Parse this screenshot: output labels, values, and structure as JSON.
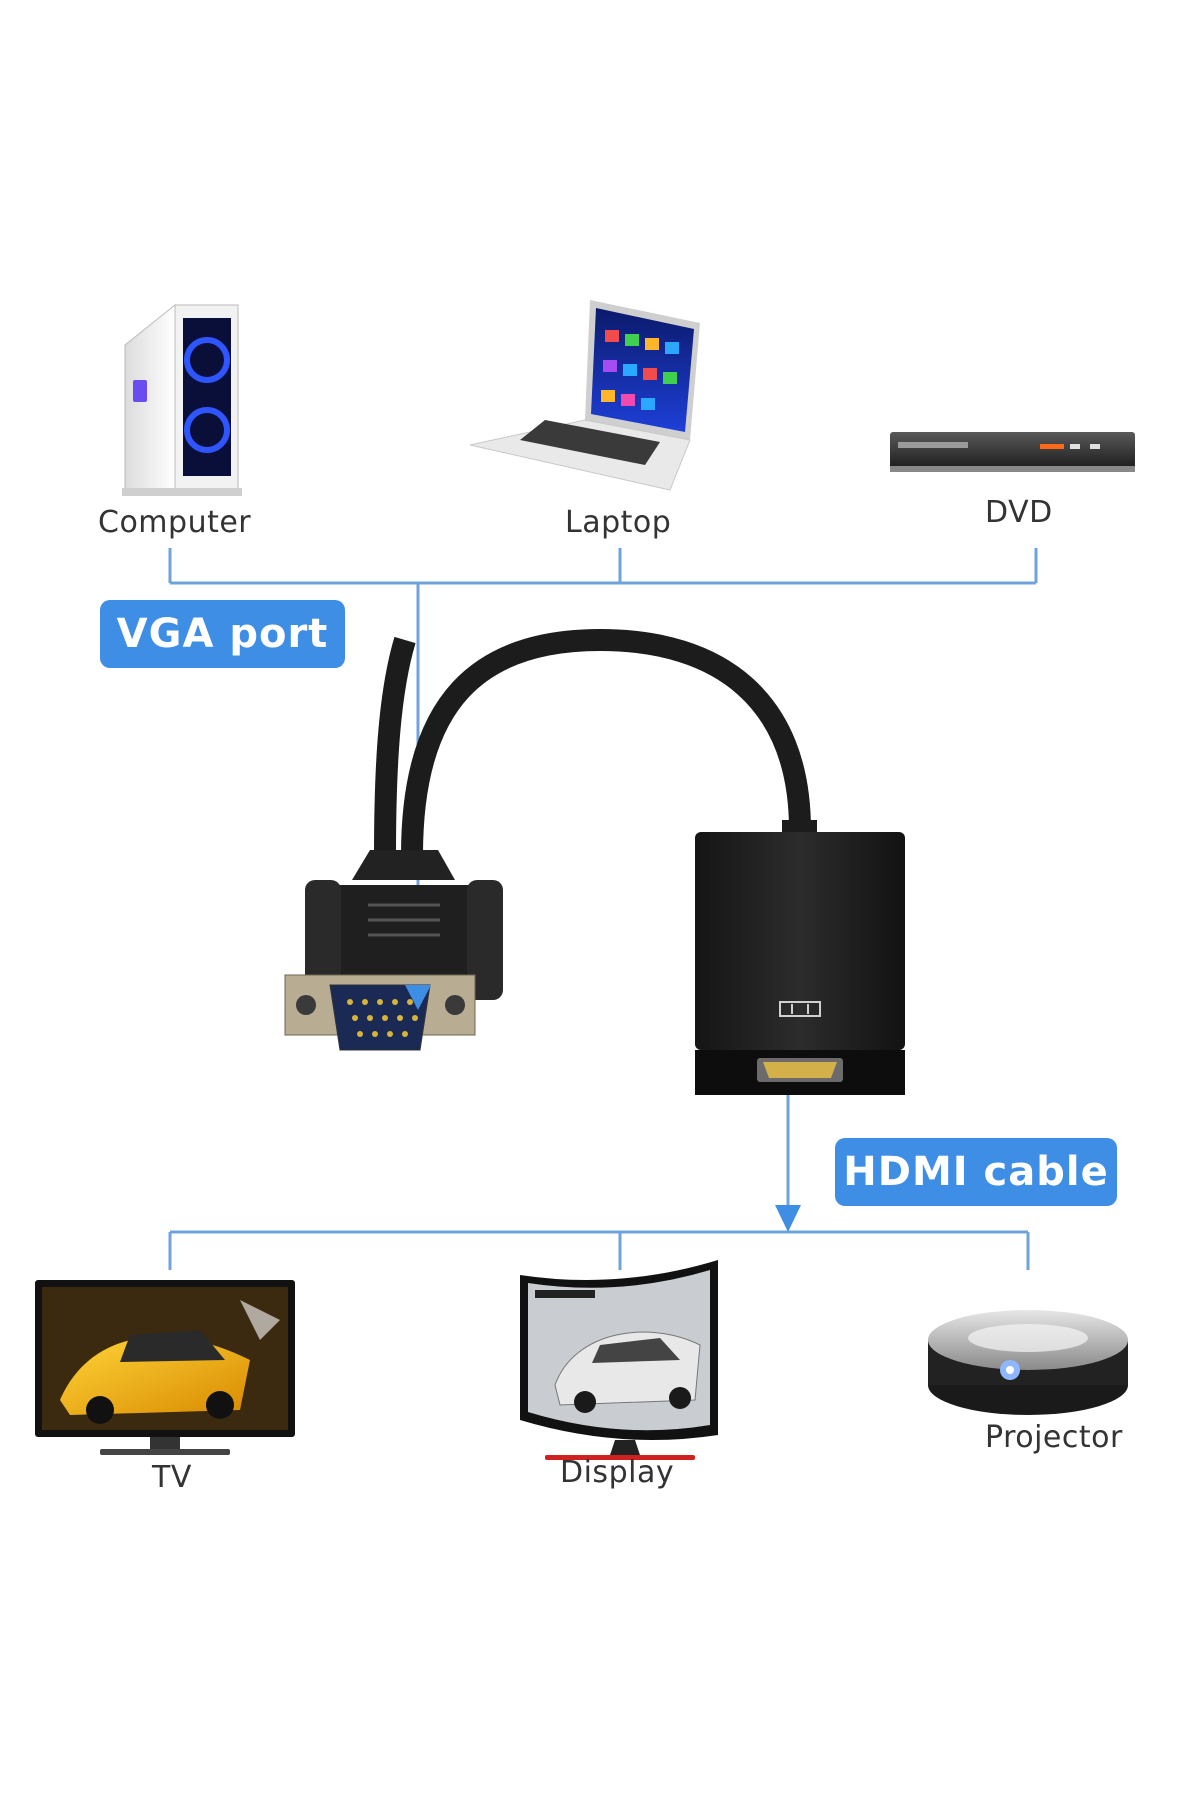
{
  "labels": {
    "computer": "Computer",
    "laptop": "Laptop",
    "dvd": "DVD",
    "tv": "TV",
    "display": "Display",
    "projector": "Projector"
  },
  "badges": {
    "vga": "VGA port",
    "hdmi": "HDMI cable"
  },
  "colors": {
    "accent": "#3f8ee6",
    "line": "#6fa3dc",
    "cable": "#1c1c1c"
  },
  "icons": {
    "computer": "computer-tower-icon",
    "laptop": "laptop-icon",
    "dvd": "dvd-player-icon",
    "tv": "tv-icon",
    "display": "curved-monitor-icon",
    "projector": "projector-icon",
    "adapter": "vga-to-hdmi-adapter"
  }
}
